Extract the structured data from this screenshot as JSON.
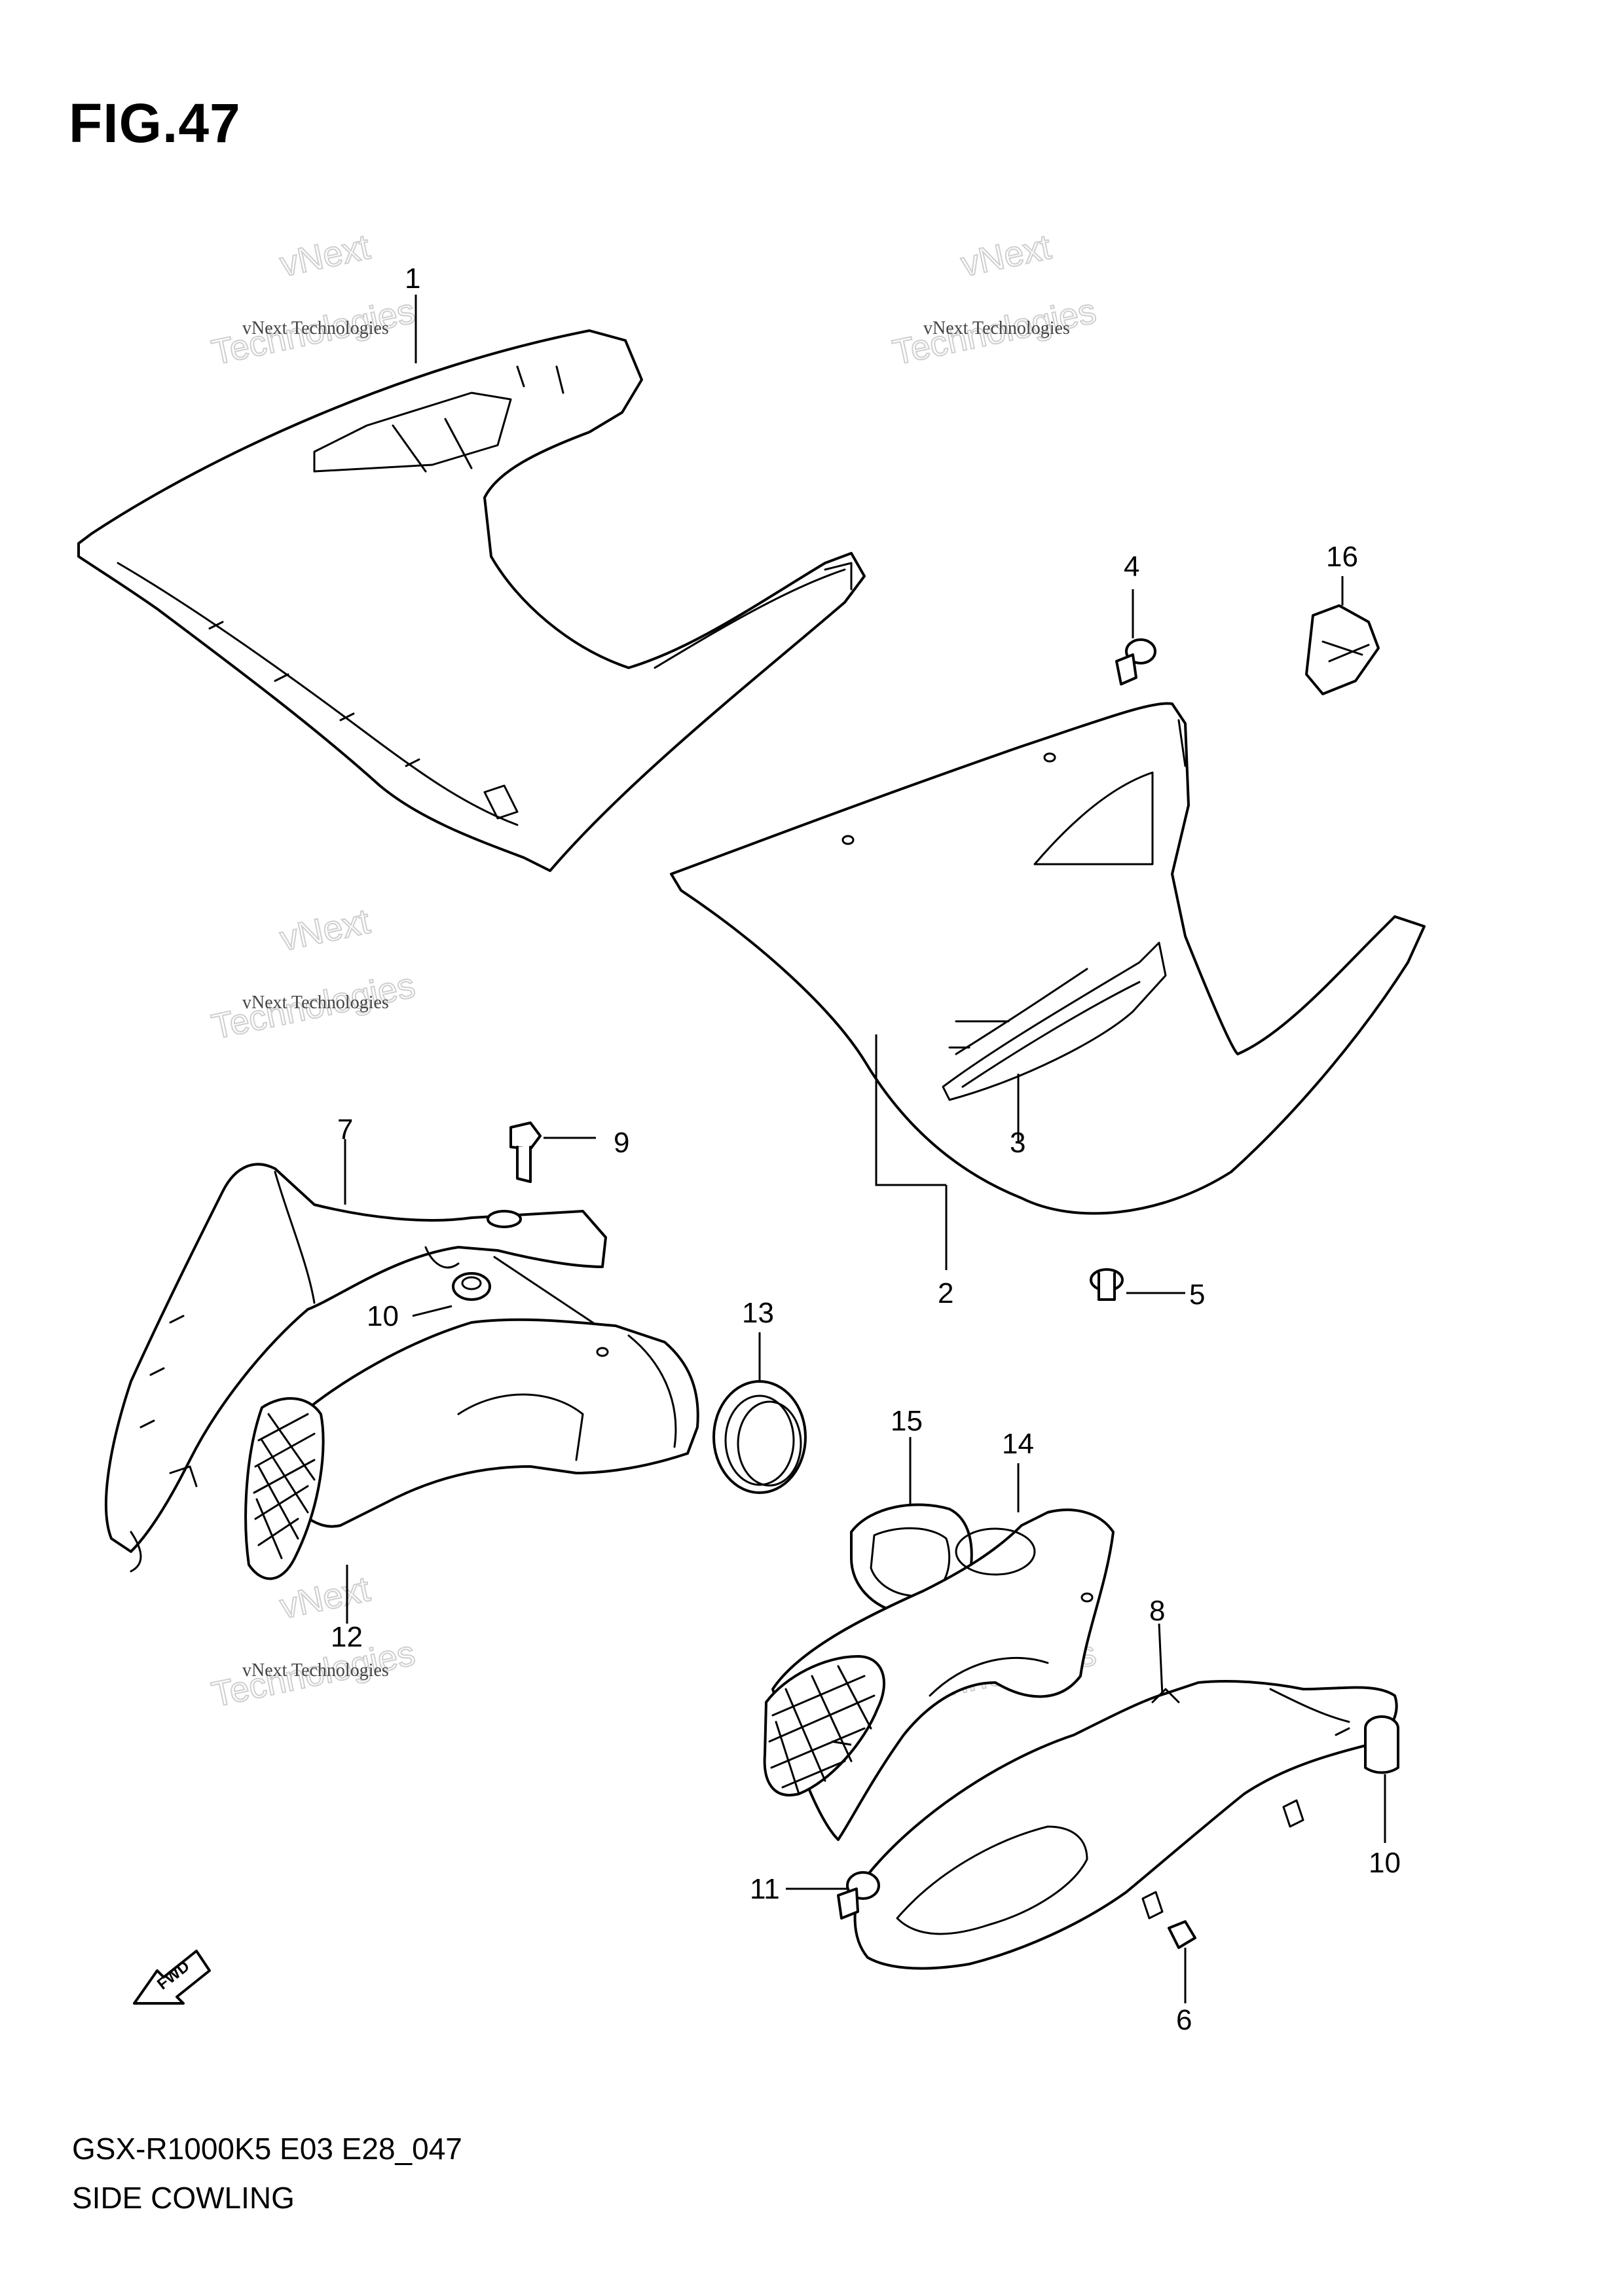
{
  "figure": {
    "title": "FIG.47",
    "model_code": "GSX-R1000K5 E03 E28_047",
    "section_name": "SIDE COWLING",
    "fwd_arrow_label": "FWD"
  },
  "watermark": {
    "line_small": "vNext Technologies",
    "line_big_top": "vNext",
    "line_big_bottom": "Technologies"
  },
  "callouts": [
    {
      "id": "c1",
      "label": "1"
    },
    {
      "id": "c2",
      "label": "2"
    },
    {
      "id": "c3",
      "label": "3"
    },
    {
      "id": "c4",
      "label": "4"
    },
    {
      "id": "c5",
      "label": "5"
    },
    {
      "id": "c6",
      "label": "6"
    },
    {
      "id": "c7",
      "label": "7"
    },
    {
      "id": "c8",
      "label": "8"
    },
    {
      "id": "c9",
      "label": "9"
    },
    {
      "id": "c10a",
      "label": "10"
    },
    {
      "id": "c10b",
      "label": "10"
    },
    {
      "id": "c11",
      "label": "11"
    },
    {
      "id": "c12",
      "label": "12"
    },
    {
      "id": "c13",
      "label": "13"
    },
    {
      "id": "c14",
      "label": "14"
    },
    {
      "id": "c15",
      "label": "15"
    },
    {
      "id": "c16",
      "label": "16"
    }
  ]
}
